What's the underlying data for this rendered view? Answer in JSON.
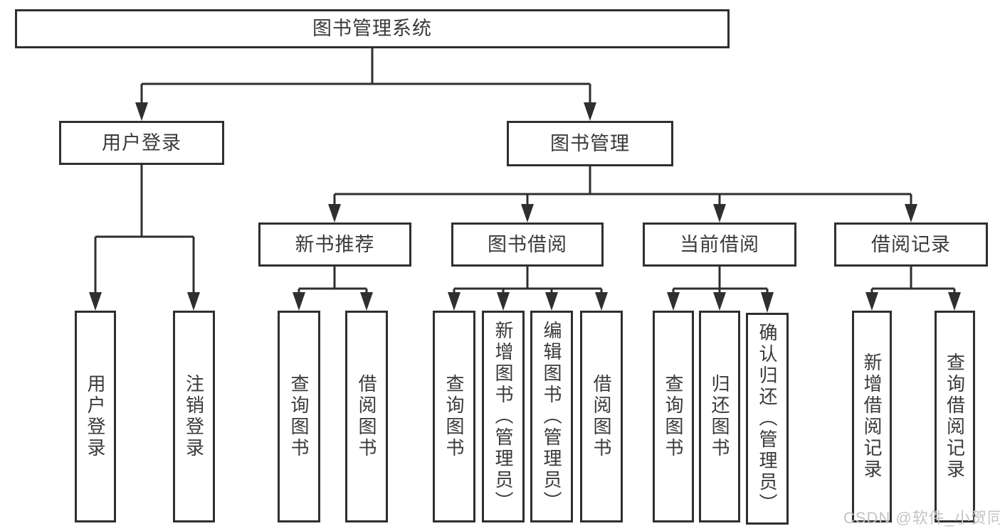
{
  "colors": {
    "line": "#2f2f2f",
    "box_border": "#2f2f2f",
    "text": "#3a3a3a",
    "background": "#ffffff",
    "watermark_text_color": "#c4c4c4"
  },
  "tree": {
    "root": "图书管理系统",
    "branches": [
      {
        "label": "用户登录",
        "children": [
          "用户登录",
          "注销登录"
        ]
      },
      {
        "label": "图书管理",
        "modules": [
          {
            "label": "新书推荐",
            "children": [
              "查询图书",
              "借阅图书"
            ]
          },
          {
            "label": "图书借阅",
            "children": [
              "查询图书",
              "新增图书（管理员）",
              "编辑图书（管理员）",
              "借阅图书"
            ]
          },
          {
            "label": "当前借阅",
            "children": [
              "查询图书",
              "归还图书",
              "确认归还（管理员）"
            ]
          },
          {
            "label": "借阅记录",
            "children": [
              "新增借阅记录",
              "查询借阅记录"
            ]
          }
        ]
      }
    ]
  },
  "watermark": {
    "text": "CSDN @软件_小贺同学"
  }
}
